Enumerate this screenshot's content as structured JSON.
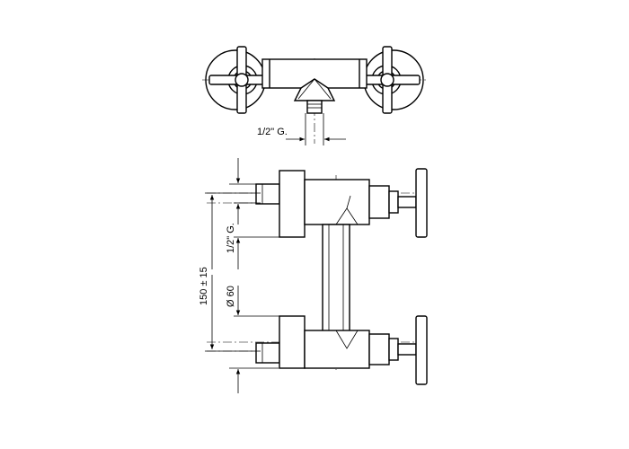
{
  "dimensions": {
    "top_thread": "1/2\" G.",
    "side_thread": "1/2\" G.",
    "spacing": "150 ± 15",
    "diameter": "Ø 60"
  },
  "colors": {
    "line": "#000000",
    "background": "#ffffff"
  }
}
